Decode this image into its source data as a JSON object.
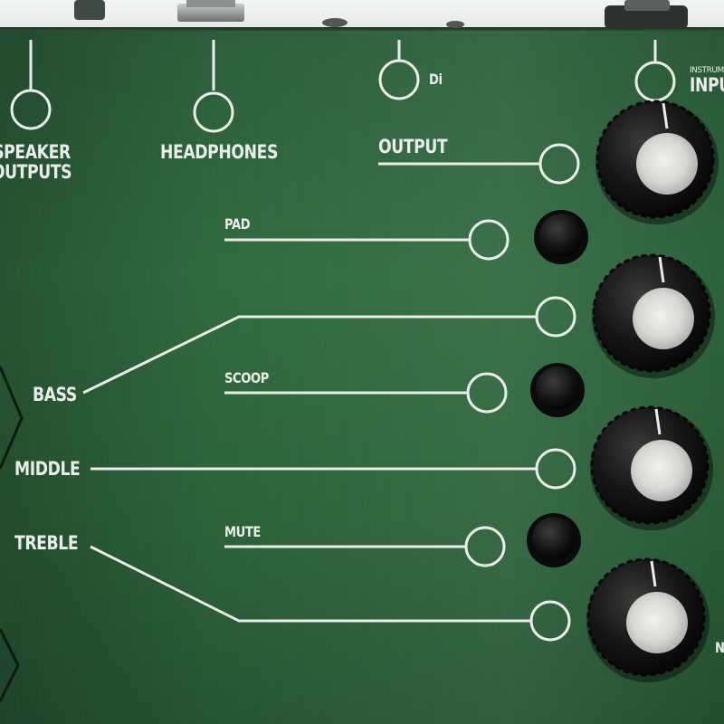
{
  "labels": {
    "speaker_outputs_1": "SPEAKER",
    "speaker_outputs_2": "OUTPUTS",
    "headphones": "HEADPHONES",
    "di": "Di",
    "instrument_small": "INSTRUM",
    "input": "INPU",
    "output": "OUTPUT",
    "pad": "PAD",
    "bass": "BASS",
    "scoop": "SCOOP",
    "middle": "MIDDLE",
    "mute": "MUTE",
    "treble": "TREBLE",
    "edge_letter": "N"
  },
  "colors": {
    "panel": "#2f6a3f",
    "print": "#e9ece7",
    "knob_cap": "#d8d8d6",
    "knob_skirt": "#141514",
    "button": "#121312"
  }
}
